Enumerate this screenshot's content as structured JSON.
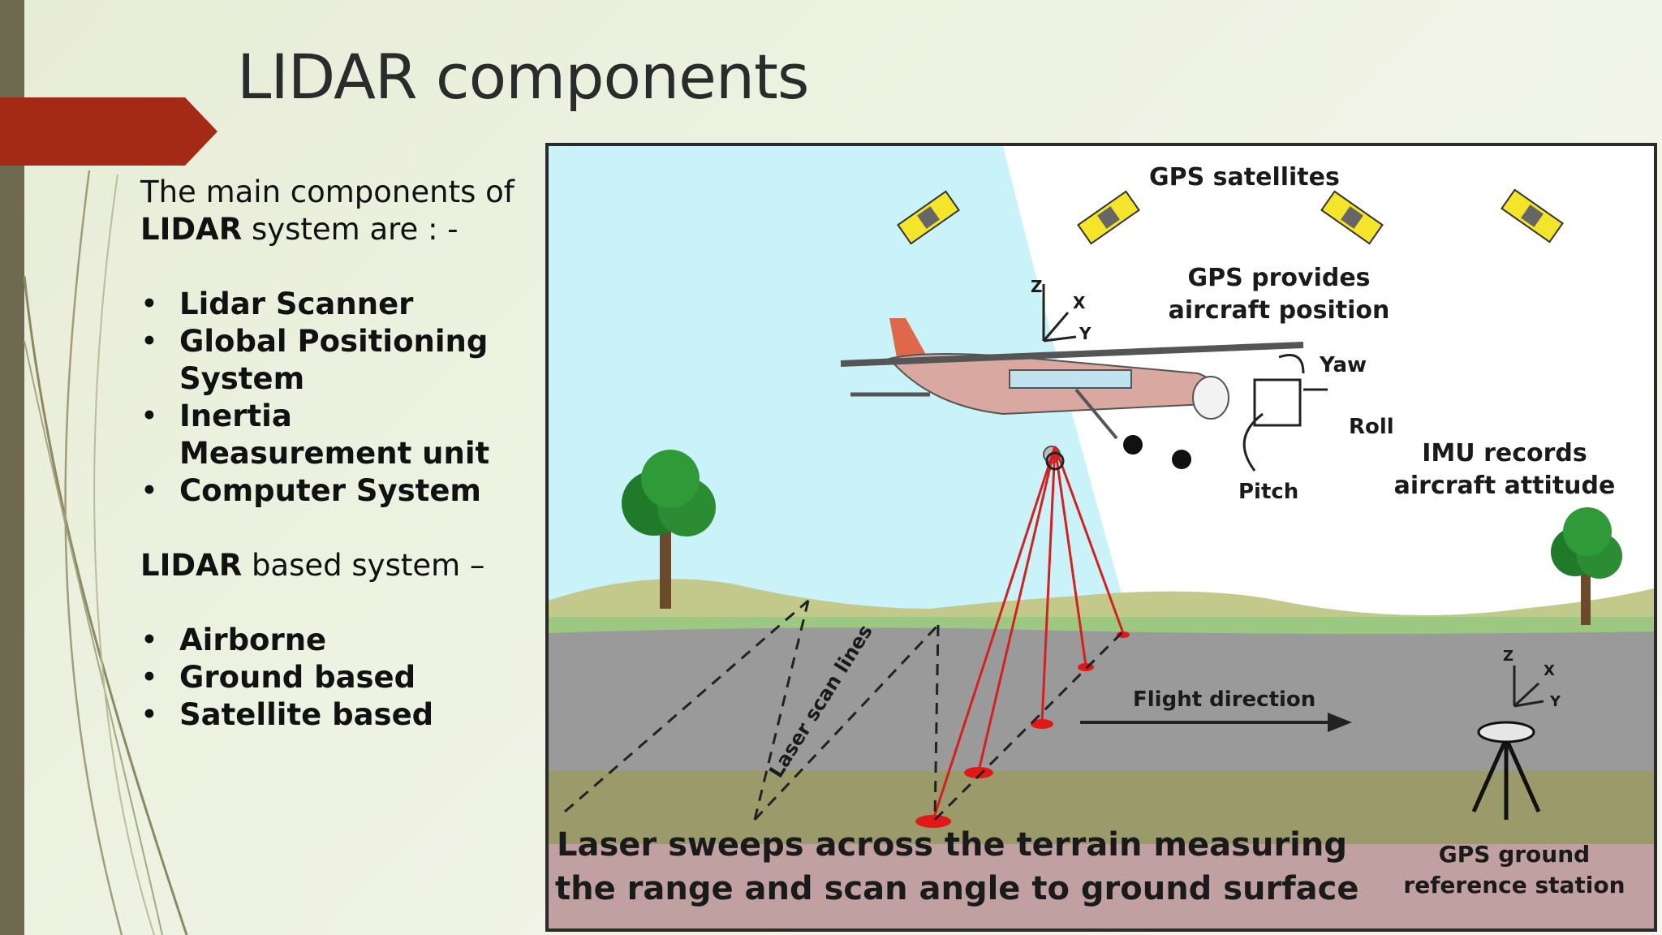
{
  "slide": {
    "title": "LIDAR components",
    "intro_line1": "The main components of",
    "intro_bold": "LIDAR",
    "intro_rest": " system are : -",
    "components": [
      "Lidar Scanner",
      "Global Positioning System",
      "Inertia Measurement unit",
      "Computer System"
    ],
    "based_bold": "LIDAR",
    "based_rest": " based system –",
    "types": [
      "Airborne",
      "Ground based",
      "Satellite based"
    ],
    "accent_color": "#a52a16"
  },
  "figure": {
    "satellites_label": "GPS satellites",
    "gps_label_1": "GPS provides",
    "gps_label_2": "aircraft position",
    "yaw": "Yaw",
    "roll": "Roll",
    "pitch": "Pitch",
    "imu_label_1": "IMU records",
    "imu_label_2": "aircraft attitude",
    "axis_z": "Z",
    "axis_x": "X",
    "axis_y": "Y",
    "scan_lines": "Laser scan lines",
    "flight_direction": "Flight direction",
    "caption_1": "Laser sweeps across the terrain measuring",
    "caption_2": "the range and scan angle to ground surface",
    "station_1": "GPS ground",
    "station_2": "reference station"
  }
}
